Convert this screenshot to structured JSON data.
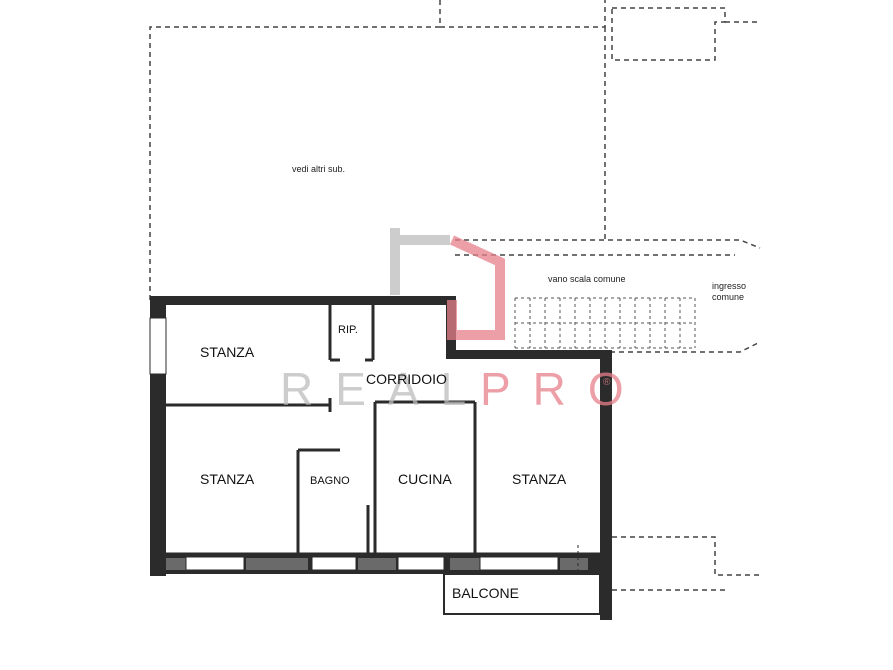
{
  "labels": {
    "vedi_altri": "vedi altri sub.",
    "stanza_1": "STANZA",
    "rip": "RIP.",
    "corridoio": "CORRIDOIO",
    "stanza_2": "STANZA",
    "bagno": "BAGNO",
    "cucina": "CUCINA",
    "stanza_3": "STANZA",
    "balcone": "BALCONE",
    "vano_scala": "vano scala comune",
    "ingresso_1": "ingresso",
    "ingresso_2": "comune"
  },
  "watermark": {
    "left_text": "REAL",
    "right_text": "PRO",
    "trademark": "®",
    "gray_color": "#bdbdbd",
    "red_color": "#e8808a"
  },
  "colors": {
    "wall": "#2b2b2b",
    "dashed": "#444444",
    "background": "#ffffff"
  }
}
